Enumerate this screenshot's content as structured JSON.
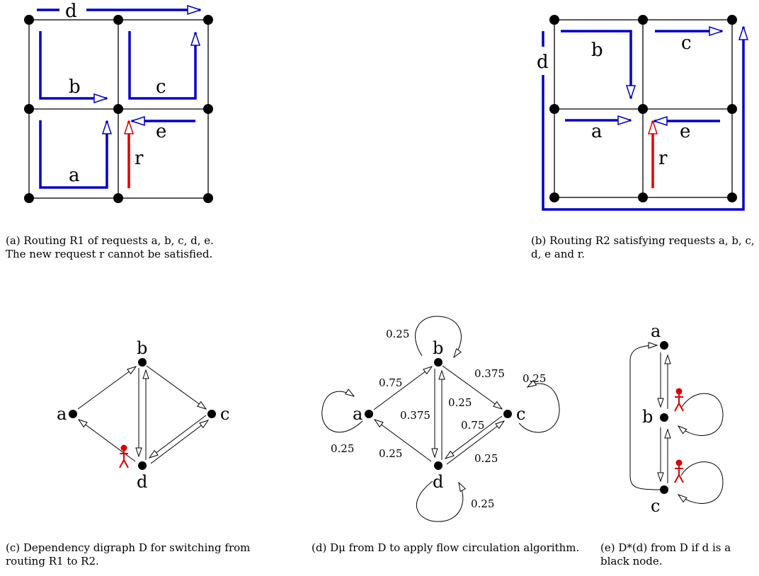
{
  "panel_a": {
    "labels": {
      "d": "d",
      "b": "b",
      "c": "c",
      "a": "a",
      "e": "e",
      "r": "r"
    },
    "caption": "(a) Routing R1 of requests a, b, c, d, e. The new request r cannot be satisfied."
  },
  "panel_b": {
    "labels": {
      "d": "d",
      "b": "b",
      "c": "c",
      "a": "a",
      "e": "e",
      "r": "r"
    },
    "caption": "(b) Routing R2 satisfying requests a, b, c, d, e and r."
  },
  "panel_c": {
    "nodes": {
      "a": "a",
      "b": "b",
      "c": "c",
      "d": "d"
    },
    "caption": "(c) Dependency digraph D for switching from routing R1 to R2."
  },
  "panel_d": {
    "nodes": {
      "a": "a",
      "b": "b",
      "c": "c",
      "d": "d"
    },
    "weights": {
      "b_loop": "0.25",
      "a_loop": "0.25",
      "c_loop": "0.25",
      "d_loop": "0.25",
      "a_to_b": "0.75",
      "b_to_c": "0.375",
      "b_to_d": "0.375",
      "d_to_b": "0.25",
      "c_to_d": "0.75",
      "d_to_c": "0.25",
      "d_to_a": "0.25"
    },
    "caption": "(d) Dμ from D to apply flow circulation algorithm."
  },
  "panel_e": {
    "nodes": {
      "a": "a",
      "b": "b",
      "c": "c"
    },
    "caption": "(e) D*(d) from D if d is a black node."
  },
  "colors": {
    "route": "#0000cc",
    "request": "#dd0000",
    "edge": "#000000"
  }
}
